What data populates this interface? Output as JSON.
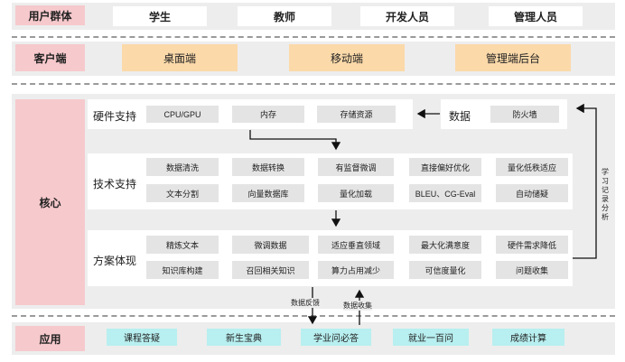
{
  "sections": {
    "users": "用户群体",
    "client": "客户端",
    "core": "核心",
    "application": "应用"
  },
  "roles": [
    "学生",
    "教师",
    "开发人员",
    "管理人员"
  ],
  "clients": [
    "桌面端",
    "移动端",
    "管理端后台"
  ],
  "hardware": {
    "title": "硬件支持",
    "items": [
      "CPU/GPU",
      "内存",
      "存储资源"
    ]
  },
  "data_panel": {
    "title": "数据",
    "items": [
      "防火墙"
    ]
  },
  "tech": {
    "title": "技术支持",
    "rows": [
      [
        "数据清洗",
        "数据转换",
        "有监督微调",
        "直接偏好优化",
        "量化低秩适应"
      ],
      [
        "文本分割",
        "向量数据库",
        "量化加载",
        "BLEU、CG-Eval",
        "自动储疑"
      ]
    ]
  },
  "solution": {
    "title": "方案体现",
    "rows": [
      [
        "精炼文本",
        "微调数据",
        "适应垂直领域",
        "最大化满意度",
        "硬件需求降低"
      ],
      [
        "知识库构建",
        "召回相关知识",
        "算力占用减少",
        "可信度量化",
        "问题收集"
      ]
    ]
  },
  "apps": [
    "课程答疑",
    "新生宝典",
    "学业问必答",
    "就业一百问",
    "成绩计算"
  ],
  "flows": {
    "feedback": "数据反馈",
    "collect": "数据收集",
    "learn": [
      "学",
      "习",
      "记",
      "录",
      "分",
      "析"
    ]
  },
  "colors": {
    "label_bg": "#f6c9cc",
    "client_bg": "#fbd9a9",
    "chip_bg": "#e4e4e4",
    "app_bg": "#b8eff0",
    "band_bg": "#ededed"
  }
}
